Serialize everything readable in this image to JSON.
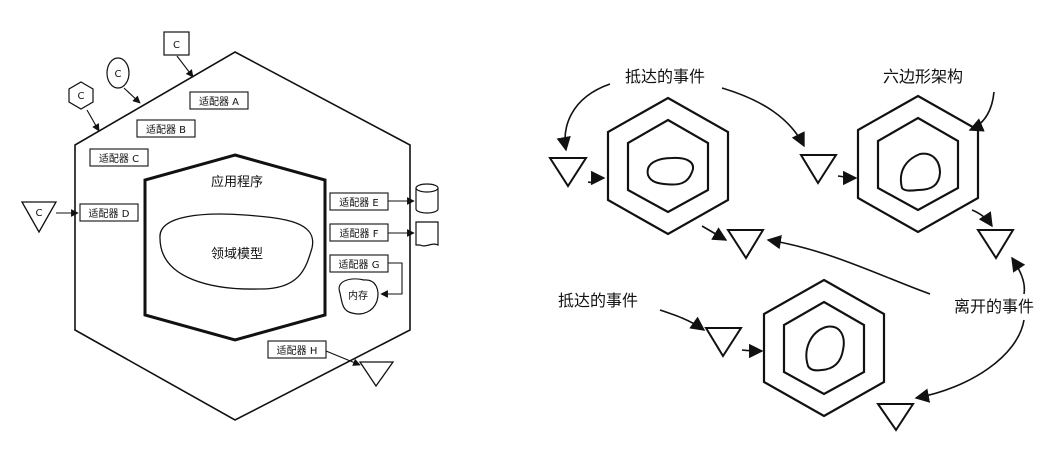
{
  "left_diagram": {
    "application_label": "应用程序",
    "domain_label": "领域模型",
    "client_label": "C",
    "memory_label": "内存",
    "adapters": {
      "a": "适配器 A",
      "b": "适配器 B",
      "c": "适配器 C",
      "d": "适配器 D",
      "e": "适配器 E",
      "f": "适配器 F",
      "g": "适配器 G",
      "h": "适配器 H"
    }
  },
  "right_diagram": {
    "arriving_event_top": "抵达的事件",
    "hexagonal_architecture": "六边形架构",
    "arriving_event_bottom": "抵达的事件",
    "departing_event": "离开的事件"
  },
  "colors": {
    "stroke": "#111111",
    "background": "#ffffff"
  }
}
